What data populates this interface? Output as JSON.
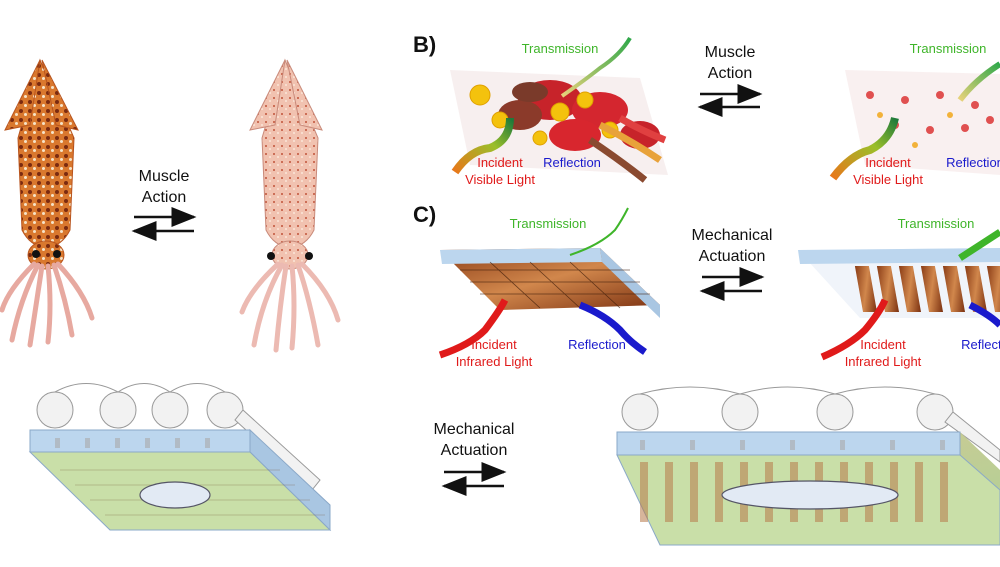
{
  "panels": {
    "b": {
      "letter": "B)"
    },
    "c": {
      "letter": "C)"
    }
  },
  "arrows": {
    "a": {
      "line1": "Muscle",
      "line2": "Action"
    },
    "b": {
      "line1": "Muscle",
      "line2": "Action"
    },
    "c": {
      "line1": "Mechanical",
      "line2": "Actuation"
    },
    "d": {
      "line1": "Mechanical",
      "line2": "Actuation"
    }
  },
  "labels": {
    "transmission": "Transmission",
    "reflection": "Reflection",
    "incident_visible_1": "Incident",
    "incident_visible_2": "Visible Light",
    "incident_ir_1": "Incident",
    "incident_ir_2": "Infrared Light"
  },
  "colors": {
    "transmission": "#3fb52a",
    "reflection": "#1a1acc",
    "incident": "#e01a1a",
    "squid_dark": "#c85a1a",
    "squid_light": "#f0c0b0",
    "film_top": "#bcd6ee",
    "film_base": "#c9dfa8"
  }
}
